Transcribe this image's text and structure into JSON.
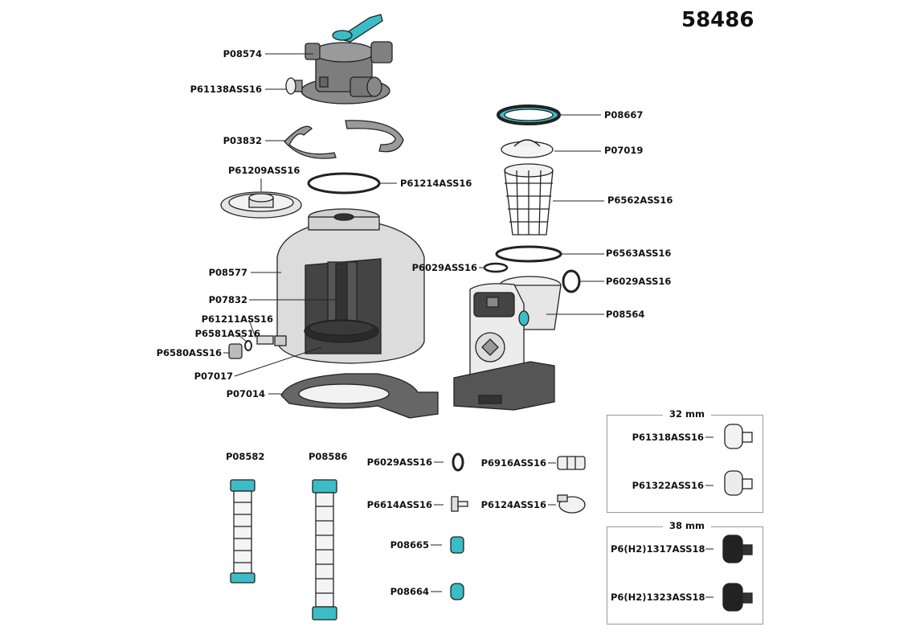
{
  "model_number": "58486",
  "colors": {
    "accent": "#3cbcc6",
    "part_gray": "#d6d6d6",
    "dark_gray": "#5a5a5a",
    "outline": "#222222"
  },
  "parts": {
    "valve": "P08574",
    "gauge": "P61138ASS16",
    "clamp": "P03832",
    "diffuser": "P61209ASS16",
    "tank_oring": "P61214ASS16",
    "tank": "P08577",
    "pipe": "P07832",
    "drain_assembly": "P61211ASS16",
    "drain_oring": "P6581ASS16",
    "drain_cap": "P6580ASS16",
    "laterals": "P07017",
    "base": "P07014",
    "lid_ring": "P08667",
    "lid": "P07019",
    "strainer": "P6562ASS16",
    "lid_oring": "P6563ASS16",
    "small_oring": "P6029ASS16",
    "pump_oring": "P6029ASS16",
    "pump": "P08564",
    "hose_a": "P08582",
    "hose_b": "P08586",
    "loose_oring": "P6029ASS16",
    "valve_fitting": "P6614ASS16",
    "nut_a": "P08665",
    "nut_b": "P08664",
    "adapter": "P6916ASS16",
    "hose_clamp": "P6124ASS16"
  },
  "fittings_32": {
    "header": "32 mm",
    "items": [
      "P61318ASS16",
      "P61322ASS16"
    ]
  },
  "fittings_38": {
    "header": "38 mm",
    "items": [
      "P6(H2)1317ASS18",
      "P6(H2)1323ASS18"
    ]
  }
}
